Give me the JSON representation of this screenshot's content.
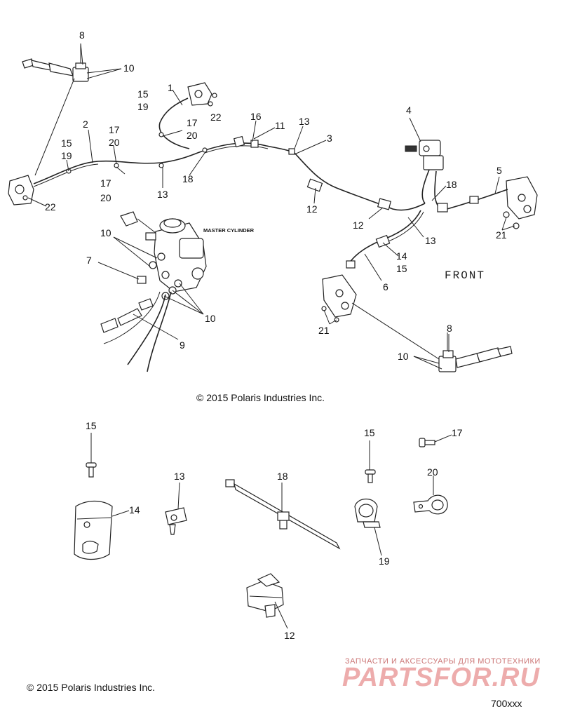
{
  "diagram": {
    "master_cylinder_label": "MASTER CYLINDER",
    "front_label": "FRONT",
    "copyright_middle": "© 2015 Polaris Industries Inc.",
    "copyright_bottom": "© 2015 Polaris Industries Inc.",
    "diagram_code": "700xxx"
  },
  "callouts": {
    "c1": "1",
    "c2": "2",
    "c3": "3",
    "c4": "4",
    "c5": "5",
    "c6": "6",
    "c7": "7",
    "c8a": "8",
    "c8b": "8",
    "c9": "9",
    "c10a": "10",
    "c10b": "10",
    "c10c": "10",
    "c10d": "10",
    "c11": "11",
    "c12a": "12",
    "c12b": "12",
    "c12c": "12",
    "c13a": "13",
    "c13b": "13",
    "c13c": "13",
    "c13d": "13",
    "c14a": "14",
    "c14b": "14",
    "c15a": "15",
    "c15b": "15",
    "c15c": "15",
    "c15d": "15",
    "c15e": "15",
    "c16": "16",
    "c17a": "17",
    "c17b": "17",
    "c17c": "17",
    "c17d": "17",
    "c18a": "18",
    "c18b": "18",
    "c18c": "18",
    "c19a": "19",
    "c19b": "19",
    "c19c": "19",
    "c20a": "20",
    "c20b": "20",
    "c20c": "20",
    "c20d": "20",
    "c21a": "21",
    "c21b": "21",
    "c22a": "22",
    "c22b": "22"
  },
  "watermark": {
    "tagline": "ЗАПЧАСТИ И АКСЕССУАРЫ ДЛЯ МОТОТЕХНИКИ",
    "brand": "PARTSFOR.RU"
  }
}
